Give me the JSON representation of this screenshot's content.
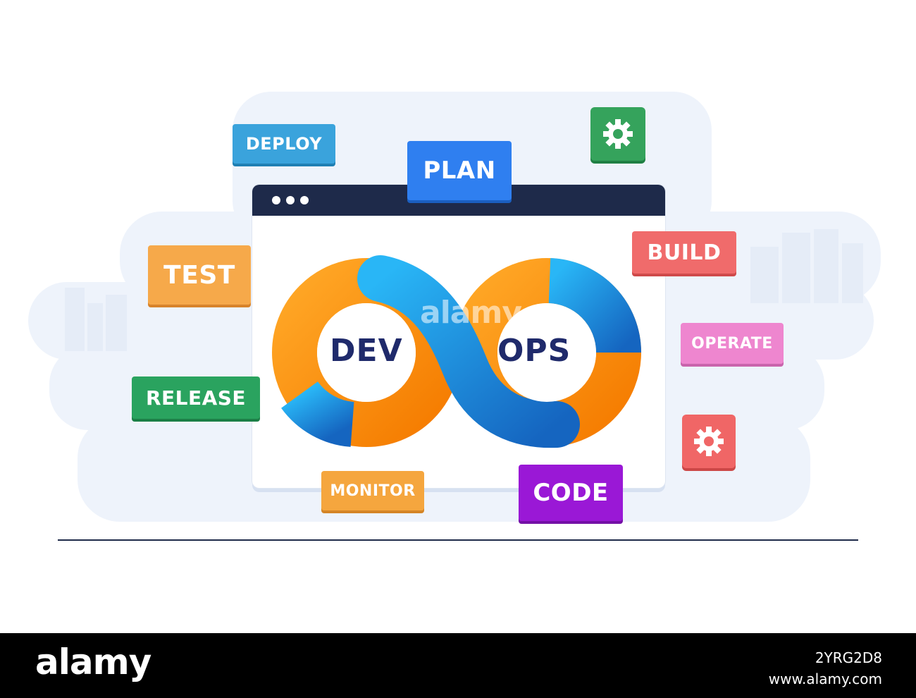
{
  "diagram": {
    "center_left_label": "DEV",
    "center_right_label": "OPS",
    "tags": {
      "deploy": "DEPLOY",
      "plan": "PLAN",
      "test": "TEST",
      "build": "BUILD",
      "operate": "OPERATE",
      "release": "RELEASE",
      "monitor": "MONITOR",
      "code": "CODE"
    },
    "icons": {
      "top_gear": "gear-icon",
      "bottom_gear": "gear-icon"
    },
    "colors": {
      "deploy": "#3aa3dc",
      "plan": "#2f7ff0",
      "test": "#f6a94a",
      "build": "#f06b6b",
      "operate": "#ee86cf",
      "release": "#2aa35f",
      "monitor": "#f5a63e",
      "code": "#9a18d6",
      "gear_green": "#35a35c",
      "gear_red": "#f06666",
      "infinity_orange": "#f68b1e",
      "infinity_blue": "#1e8df0",
      "window_bar": "#1e2a4a",
      "center_text": "#1f2a6b"
    }
  },
  "footer": {
    "logo": "alamy",
    "image_id": "2YRG2D8",
    "site": "www.alamy.com"
  },
  "watermark": "alamy"
}
